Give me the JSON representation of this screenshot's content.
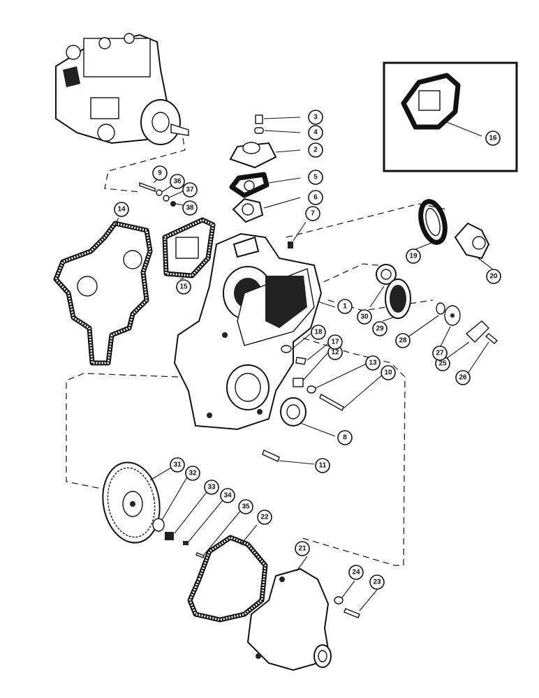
{
  "callouts": [
    {
      "label": "1"
    },
    {
      "label": "2"
    },
    {
      "label": "3"
    },
    {
      "label": "4"
    },
    {
      "label": "5"
    },
    {
      "label": "6"
    },
    {
      "label": "7"
    },
    {
      "label": "8"
    },
    {
      "label": "9"
    },
    {
      "label": "10"
    },
    {
      "label": "11"
    },
    {
      "label": "12"
    },
    {
      "label": "13"
    },
    {
      "label": "14"
    },
    {
      "label": "15"
    },
    {
      "label": "16"
    },
    {
      "label": "17"
    },
    {
      "label": "18"
    },
    {
      "label": "19"
    },
    {
      "label": "20"
    },
    {
      "label": "21"
    },
    {
      "label": "22"
    },
    {
      "label": "23"
    },
    {
      "label": "24"
    },
    {
      "label": "25"
    },
    {
      "label": "26"
    },
    {
      "label": "27"
    },
    {
      "label": "28"
    },
    {
      "label": "29"
    },
    {
      "label": "30"
    },
    {
      "label": "31"
    },
    {
      "label": "32"
    },
    {
      "label": "33"
    },
    {
      "label": "34"
    },
    {
      "label": "35"
    },
    {
      "label": "36"
    },
    {
      "label": "37"
    },
    {
      "label": "38"
    }
  ]
}
